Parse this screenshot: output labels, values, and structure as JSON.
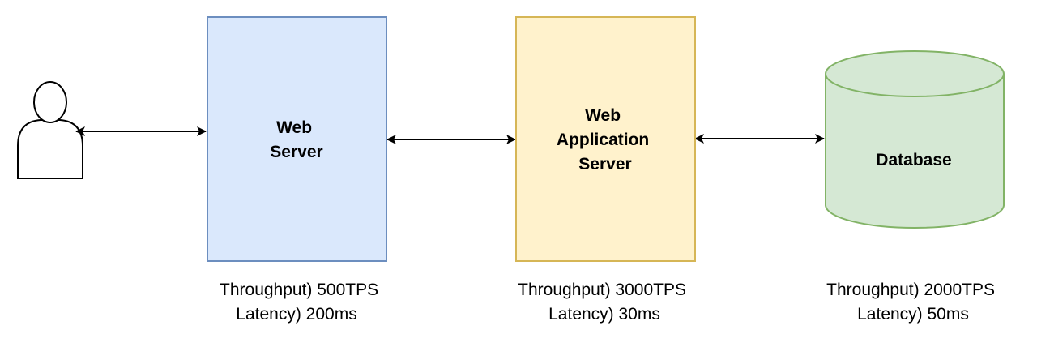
{
  "nodes": {
    "web_server": {
      "label_lines": [
        "Web",
        "Server"
      ],
      "throughput": "Throughput) 500TPS",
      "latency": "Latency) 200ms"
    },
    "web_app_server": {
      "label_lines": [
        "Web",
        "Application",
        "Server"
      ],
      "throughput": "Throughput) 3000TPS",
      "latency": "Latency) 30ms"
    },
    "database": {
      "label_lines": [
        "Database"
      ],
      "throughput": "Throughput) 2000TPS",
      "latency": "Latency) 50ms"
    }
  },
  "colors": {
    "web_server_fill": "#dae8fc",
    "web_server_stroke": "#6c8ebf",
    "web_app_server_fill": "#fff2cc",
    "web_app_server_stroke": "#d6b656",
    "database_fill": "#d5e8d4",
    "database_stroke": "#82b366",
    "edge": "#000000"
  },
  "icons": {
    "user": "user-icon"
  }
}
